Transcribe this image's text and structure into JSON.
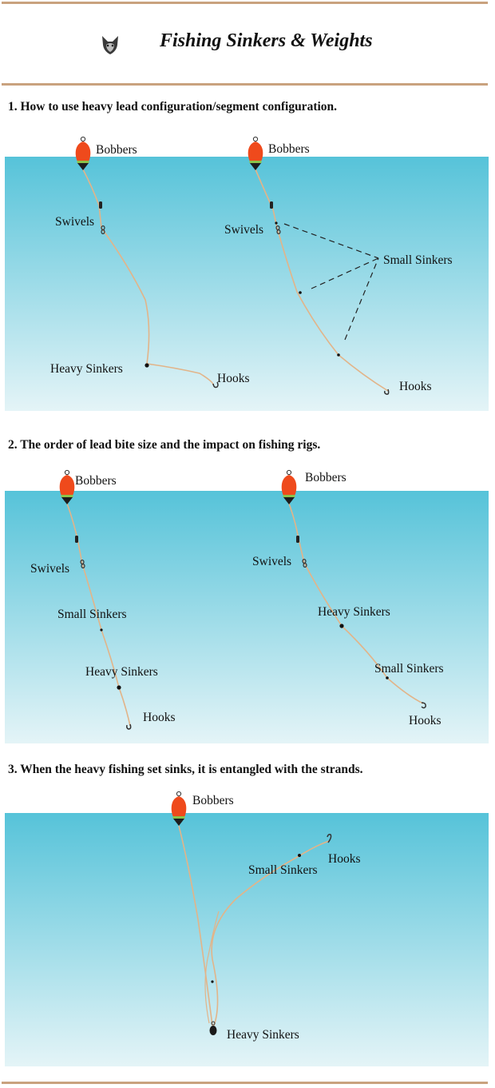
{
  "header": {
    "title": "Fishing Sinkers & Weights",
    "logo_icon": "fox-head-icon",
    "rule_color": "#c9a27e"
  },
  "sections": [
    {
      "heading": "1. How to use heavy lead configuration/segment configuration.",
      "rigs": [
        {
          "labels": {
            "bobber": "Bobbers",
            "swivel": "Swivels",
            "heavy": "Heavy Sinkers",
            "hooks": "Hooks"
          }
        },
        {
          "labels": {
            "bobber": "Bobbers",
            "swivel": "Swivels",
            "small": "Small Sinkers",
            "hooks": "Hooks"
          }
        }
      ]
    },
    {
      "heading": "2. The order of lead bite size and the impact on fishing rigs.",
      "rigs": [
        {
          "labels": {
            "bobber": "Bobbers",
            "swivel": "Swivels",
            "small": "Small Sinkers",
            "heavy": "Heavy Sinkers",
            "hooks": "Hooks"
          }
        },
        {
          "labels": {
            "bobber": "Bobbers",
            "swivel": "Swivels",
            "heavy": "Heavy Sinkers",
            "small": "Small Sinkers",
            "hooks": "Hooks"
          }
        }
      ]
    },
    {
      "heading": "3. When the heavy fishing set sinks, it is entangled with the strands.",
      "rigs": [
        {
          "labels": {
            "bobber": "Bobbers",
            "small": "Small Sinkers",
            "hooks": "Hooks",
            "heavy": "Heavy Sinkers"
          }
        }
      ]
    }
  ],
  "colors": {
    "water_top": "#56c3d9",
    "water_bottom": "#e4f4f7",
    "line": "#e2b489",
    "bobber": "#ef4a1c",
    "bobber_band": "#8bc34a",
    "bobber_base": "#1c1c1c"
  }
}
